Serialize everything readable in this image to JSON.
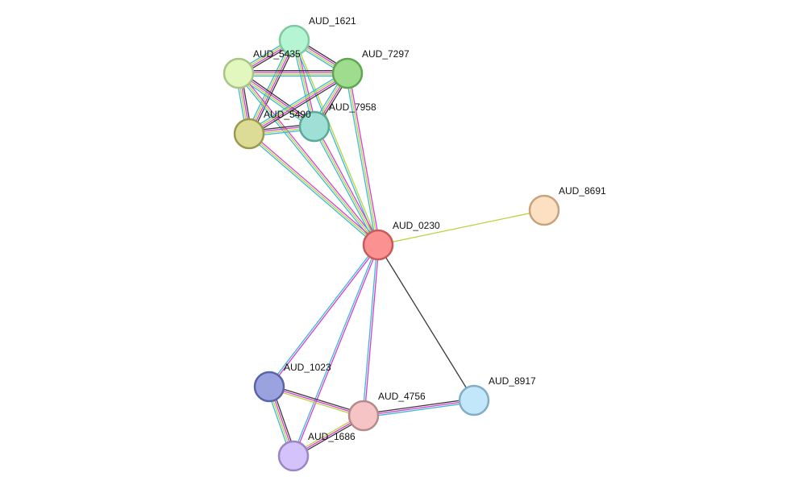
{
  "network": {
    "nodes": [
      {
        "id": "AUD_1621",
        "label": "AUD_1621",
        "fill": "#b5f5d3",
        "stroke": "#7fc9a0"
      },
      {
        "id": "AUD_5435",
        "label": "AUD_5435",
        "fill": "#e1f7bd",
        "stroke": "#a9c486"
      },
      {
        "id": "AUD_7297",
        "label": "AUD_7297",
        "fill": "#9fdc8e",
        "stroke": "#5fa553"
      },
      {
        "id": "AUD_5490",
        "label": "AUD_5490",
        "fill": "#dcdc97",
        "stroke": "#9a9a4e"
      },
      {
        "id": "AUD_7958",
        "label": "AUD_7958",
        "fill": "#9fe0d6",
        "stroke": "#5aaa9c"
      },
      {
        "id": "AUD_8691",
        "label": "AUD_8691",
        "fill": "#fde0c2",
        "stroke": "#c7a27e"
      },
      {
        "id": "AUD_0230",
        "label": "AUD_0230",
        "fill": "#fb9191",
        "stroke": "#c75a5a"
      },
      {
        "id": "AUD_1023",
        "label": "AUD_1023",
        "fill": "#9aa3e0",
        "stroke": "#5a63a8"
      },
      {
        "id": "AUD_4756",
        "label": "AUD_4756",
        "fill": "#f6c4c4",
        "stroke": "#b58a8a"
      },
      {
        "id": "AUD_8917",
        "label": "AUD_8917",
        "fill": "#c2e7fb",
        "stroke": "#82adc6"
      },
      {
        "id": "AUD_1686",
        "label": "AUD_1686",
        "fill": "#d4c2fb",
        "stroke": "#9a86c7"
      }
    ],
    "edges": [
      {
        "source": "AUD_1621",
        "target": "AUD_5435",
        "evidence": [
          "black",
          "magenta",
          "lime",
          "blue"
        ]
      },
      {
        "source": "AUD_1621",
        "target": "AUD_7297",
        "evidence": [
          "black",
          "magenta",
          "lime",
          "blue"
        ]
      },
      {
        "source": "AUD_1621",
        "target": "AUD_5490",
        "evidence": [
          "black",
          "magenta",
          "lime",
          "blue"
        ]
      },
      {
        "source": "AUD_1621",
        "target": "AUD_7958",
        "evidence": [
          "magenta",
          "lime",
          "blue"
        ]
      },
      {
        "source": "AUD_1621",
        "target": "AUD_0230",
        "evidence": [
          "lime",
          "blue"
        ]
      },
      {
        "source": "AUD_5435",
        "target": "AUD_7297",
        "evidence": [
          "black",
          "magenta",
          "lime",
          "blue"
        ]
      },
      {
        "source": "AUD_5435",
        "target": "AUD_5490",
        "evidence": [
          "black",
          "magenta",
          "lime",
          "blue"
        ]
      },
      {
        "source": "AUD_5435",
        "target": "AUD_7958",
        "evidence": [
          "black",
          "magenta",
          "lime",
          "blue"
        ]
      },
      {
        "source": "AUD_5435",
        "target": "AUD_0230",
        "evidence": [
          "magenta",
          "lime",
          "blue"
        ]
      },
      {
        "source": "AUD_7297",
        "target": "AUD_5490",
        "evidence": [
          "black",
          "magenta",
          "lime",
          "blue"
        ]
      },
      {
        "source": "AUD_7297",
        "target": "AUD_7958",
        "evidence": [
          "black",
          "magenta",
          "lime",
          "blue"
        ]
      },
      {
        "source": "AUD_7297",
        "target": "AUD_0230",
        "evidence": [
          "magenta",
          "lime",
          "blue"
        ]
      },
      {
        "source": "AUD_5490",
        "target": "AUD_7958",
        "evidence": [
          "black",
          "magenta",
          "lime",
          "blue"
        ]
      },
      {
        "source": "AUD_5490",
        "target": "AUD_0230",
        "evidence": [
          "magenta",
          "lime",
          "blue"
        ]
      },
      {
        "source": "AUD_7958",
        "target": "AUD_0230",
        "evidence": [
          "magenta",
          "lime",
          "blue"
        ]
      },
      {
        "source": "AUD_0230",
        "target": "AUD_8691",
        "evidence": [
          "lime"
        ]
      },
      {
        "source": "AUD_0230",
        "target": "AUD_1023",
        "evidence": [
          "magenta",
          "blue"
        ]
      },
      {
        "source": "AUD_0230",
        "target": "AUD_1686",
        "evidence": [
          "magenta",
          "blue"
        ]
      },
      {
        "source": "AUD_0230",
        "target": "AUD_4756",
        "evidence": [
          "magenta",
          "blue"
        ]
      },
      {
        "source": "AUD_0230",
        "target": "AUD_8917",
        "evidence": [
          "black"
        ]
      },
      {
        "source": "AUD_1023",
        "target": "AUD_4756",
        "evidence": [
          "black",
          "magenta",
          "lime"
        ]
      },
      {
        "source": "AUD_1023",
        "target": "AUD_1686",
        "evidence": [
          "black",
          "magenta",
          "lime",
          "blue"
        ]
      },
      {
        "source": "AUD_4756",
        "target": "AUD_1686",
        "evidence": [
          "black",
          "magenta",
          "lime"
        ]
      },
      {
        "source": "AUD_4756",
        "target": "AUD_8917",
        "evidence": [
          "black",
          "magenta",
          "blue"
        ]
      }
    ],
    "evidence_colors": {
      "black": "#3a3a3a",
      "magenta": "#d63ad6",
      "lime": "#b5d43a",
      "blue": "#3ab8d6"
    }
  }
}
